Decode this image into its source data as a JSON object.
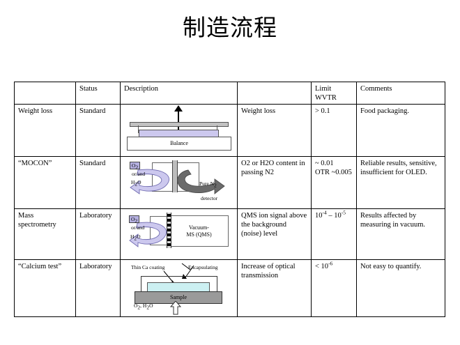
{
  "slide": {
    "title": "制造流程"
  },
  "table": {
    "headers": [
      "",
      "Status",
      "Description",
      "",
      "Limit WVTR",
      "Comments"
    ],
    "rows": [
      {
        "name": "Weight loss",
        "status": "Standard",
        "diagram": {
          "id": "balance-diagram",
          "labels": [
            "Balance"
          ]
        },
        "measurement": "Weight loss",
        "limit": "> 0.1",
        "comments": "Food packaging."
      },
      {
        "name": "“MOCON”",
        "status": "Standard",
        "diagram": {
          "id": "mocon-diagram",
          "labels": [
            "O",
            "2",
            "or/and",
            "H",
            "2",
            "O",
            "Pure N",
            "2",
            "detector"
          ]
        },
        "measurement": "O2 or H2O content in passing N2",
        "limit_line1": "~ 0.01",
        "limit_line2": "OTR ~0.005",
        "comments": "Reliable results, sensitive, insufficient for OLED."
      },
      {
        "name": "Mass spectrometry",
        "status": "Laboratory",
        "diagram": {
          "id": "mass-spec-diagram",
          "labels": [
            "O",
            "2",
            "or/and",
            "H",
            "2",
            "O",
            "Vacuum-",
            "MS (QMS)"
          ]
        },
        "measurement": "QMS ion signal above the background (noise) level",
        "limit_base1": "10",
        "limit_exp1": "-4",
        "limit_dash": " – ",
        "limit_base2": "10",
        "limit_exp2": "-5",
        "comments": "Results affected by measuring in vacuum."
      },
      {
        "name": "“Calcium test”",
        "status": "Laboratory",
        "diagram": {
          "id": "calcium-test-diagram",
          "labels": [
            "Thin Ca  coating",
            "Encapsulating",
            "Sample",
            "O",
            "2",
            ", H",
            "2",
            "O"
          ]
        },
        "measurement": "Increase of optical transmission",
        "limit_prefix": "< 10",
        "limit_exp": "-6",
        "comments": "Not easy to quantify."
      }
    ]
  },
  "diagram_text": {
    "balance": "Balance",
    "o2": "O",
    "sub2": "2",
    "or_and": "or/and",
    "h2o_h": "H",
    "h2o_o": "O",
    "pure_n": "Pure N",
    "detector": "detector",
    "vacuum": "Vacuum-",
    "ms_qms": "MS (QMS)",
    "thin_ca": "Thin Ca  coating",
    "encapsulating": "Encapsulating",
    "sample": "Sample",
    "o2h2o_prefix": "O",
    "o2h2o_mid": ", H",
    "o2h2o_suffix": "O"
  },
  "colors": {
    "background": "#ffffff",
    "text": "#000000",
    "border": "#000000",
    "lavender_arrow": "#ccc8ee",
    "lavender_chip": "#b5b0e0",
    "dark_arrow": "#6b6b6b",
    "gray_plate": "#c2c2c2",
    "gray_sample": "#9a9a9a",
    "cyan_ca": "#ccf0f2"
  }
}
